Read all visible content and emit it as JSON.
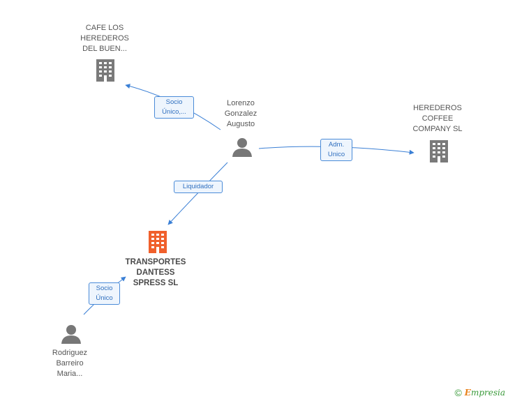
{
  "nodes": {
    "cafe": {
      "lines": [
        "CAFE LOS",
        "HEREDEROS",
        "DEL BUEN..."
      ],
      "type": "company"
    },
    "lorenzo": {
      "lines": [
        "Lorenzo",
        "Gonzalez",
        "Augusto"
      ],
      "type": "person"
    },
    "herederos": {
      "lines": [
        "HEREDEROS",
        "COFFEE",
        "COMPANY SL"
      ],
      "type": "company"
    },
    "transportes": {
      "lines": [
        "TRANSPORTES",
        "DANTESS",
        "SPRESS SL"
      ],
      "type": "company-main"
    },
    "rodriguez": {
      "lines": [
        "Rodriguez",
        "Barreiro",
        "Maria..."
      ],
      "type": "person"
    }
  },
  "edges": {
    "socio_unico_cafe": [
      "Socio",
      "Único,..."
    ],
    "adm_unico": [
      "Adm.",
      "Unico"
    ],
    "liquidador": [
      "Liquidador"
    ],
    "socio_unico_transportes": [
      "Socio",
      "Único"
    ]
  },
  "colors": {
    "edge": "#3a7fd5",
    "company_icon": "#7a7a7a",
    "main_icon": "#f0602c",
    "person_icon": "#777777"
  },
  "footer": {
    "copyright": "©",
    "brand_first": "E",
    "brand_rest": "mpresia"
  }
}
